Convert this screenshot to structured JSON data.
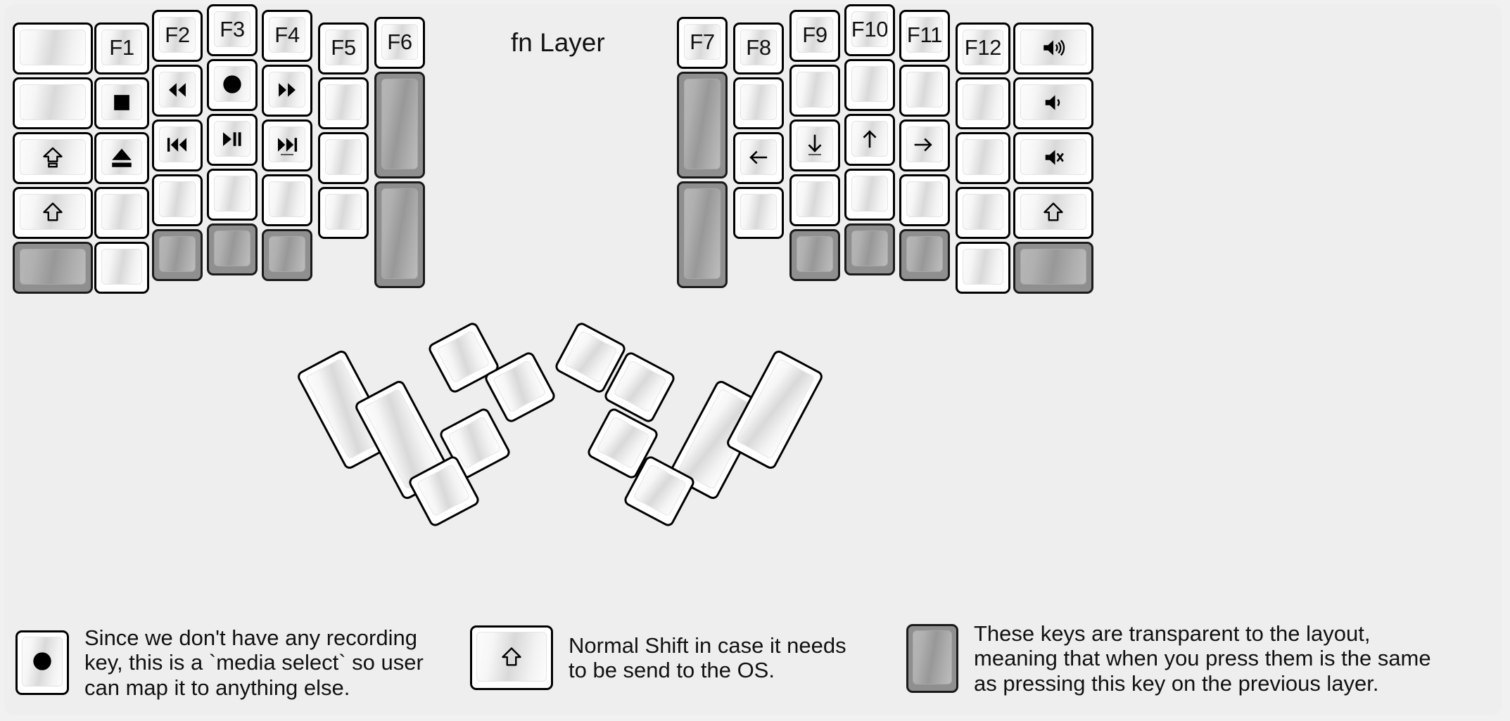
{
  "title": "fn Layer",
  "colors": {
    "background": "#eeeeee",
    "key_face": "#ffffff",
    "key_outline": "#000000",
    "transparent_key": "#8f8f8f",
    "text": "#111111"
  },
  "left_half": {
    "name": "left-keyboard-half",
    "columns": [
      {
        "name": "col-pinky-outer",
        "keys": [
          {
            "label": "",
            "icon": "",
            "style": "normal"
          },
          {
            "label": "",
            "icon": "",
            "style": "normal"
          },
          {
            "label": "",
            "icon": "caps-lock-arrow-icon",
            "style": "normal"
          },
          {
            "label": "",
            "icon": "shift-arrow-icon",
            "style": "normal"
          },
          {
            "label": "",
            "icon": "",
            "style": "transparent"
          }
        ]
      },
      {
        "name": "col-pinky",
        "keys": [
          {
            "label": "F1",
            "icon": "",
            "style": "normal"
          },
          {
            "label": "",
            "icon": "media-stop-icon",
            "style": "normal"
          },
          {
            "label": "",
            "icon": "media-eject-icon",
            "style": "normal"
          },
          {
            "label": "",
            "icon": "",
            "style": "normal"
          },
          {
            "label": "",
            "icon": "",
            "style": "normal"
          }
        ]
      },
      {
        "name": "col-ring",
        "keys": [
          {
            "label": "F2",
            "icon": "",
            "style": "normal"
          },
          {
            "label": "",
            "icon": "media-rewind-icon",
            "style": "normal"
          },
          {
            "label": "",
            "icon": "media-previous-track-icon",
            "style": "normal"
          },
          {
            "label": "",
            "icon": "",
            "style": "normal"
          },
          {
            "label": "",
            "icon": "",
            "style": "transparent"
          }
        ]
      },
      {
        "name": "col-middle",
        "keys": [
          {
            "label": "F3",
            "icon": "",
            "style": "normal"
          },
          {
            "label": "",
            "icon": "media-record-icon",
            "style": "normal"
          },
          {
            "label": "",
            "icon": "media-play-pause-icon",
            "style": "normal"
          },
          {
            "label": "",
            "icon": "",
            "style": "normal"
          },
          {
            "label": "",
            "icon": "",
            "style": "transparent"
          }
        ]
      },
      {
        "name": "col-index",
        "keys": [
          {
            "label": "F4",
            "icon": "",
            "style": "normal"
          },
          {
            "label": "",
            "icon": "media-fast-forward-icon",
            "style": "normal"
          },
          {
            "label": "",
            "icon": "media-next-track-icon",
            "style": "normal"
          },
          {
            "label": "",
            "icon": "",
            "style": "normal"
          },
          {
            "label": "",
            "icon": "",
            "style": "transparent"
          }
        ]
      },
      {
        "name": "col-index-inner",
        "keys": [
          {
            "label": "F5",
            "icon": "",
            "style": "normal"
          },
          {
            "label": "",
            "icon": "",
            "style": "normal"
          },
          {
            "label": "",
            "icon": "",
            "style": "normal"
          },
          {
            "label": "",
            "icon": "",
            "style": "normal"
          }
        ]
      },
      {
        "name": "col-inner",
        "keys": [
          {
            "label": "F6",
            "icon": "",
            "style": "normal"
          },
          {
            "label": "",
            "icon": "",
            "style": "transparent",
            "tall": true
          },
          {
            "label": "",
            "icon": "",
            "style": "transparent",
            "tall": true
          }
        ]
      }
    ],
    "thumb_cluster": {
      "name": "left-thumb-cluster",
      "keys": [
        {
          "label": "",
          "icon": "",
          "style": "normal",
          "size": "2u"
        },
        {
          "label": "",
          "icon": "",
          "style": "normal",
          "size": "2u"
        },
        {
          "label": "",
          "icon": "",
          "style": "normal",
          "size": "1u"
        },
        {
          "label": "",
          "icon": "",
          "style": "normal",
          "size": "1u"
        },
        {
          "label": "",
          "icon": "",
          "style": "normal",
          "size": "1u"
        },
        {
          "label": "",
          "icon": "",
          "style": "normal",
          "size": "1u"
        }
      ]
    }
  },
  "right_half": {
    "name": "right-keyboard-half",
    "columns": [
      {
        "name": "col-inner-r",
        "keys": [
          {
            "label": "F7",
            "icon": "",
            "style": "normal"
          },
          {
            "label": "",
            "icon": "",
            "style": "transparent",
            "tall": true
          },
          {
            "label": "",
            "icon": "",
            "style": "transparent",
            "tall": true
          }
        ]
      },
      {
        "name": "col-index-inner-r",
        "keys": [
          {
            "label": "F8",
            "icon": "",
            "style": "normal"
          },
          {
            "label": "",
            "icon": "",
            "style": "normal"
          },
          {
            "label": "",
            "icon": "arrow-left-icon",
            "style": "normal"
          },
          {
            "label": "",
            "icon": "",
            "style": "normal"
          }
        ]
      },
      {
        "name": "col-index-r",
        "keys": [
          {
            "label": "F9",
            "icon": "",
            "style": "normal"
          },
          {
            "label": "",
            "icon": "",
            "style": "normal"
          },
          {
            "label": "",
            "icon": "arrow-down-icon",
            "style": "normal"
          },
          {
            "label": "",
            "icon": "",
            "style": "normal"
          },
          {
            "label": "",
            "icon": "",
            "style": "transparent"
          }
        ]
      },
      {
        "name": "col-middle-r",
        "keys": [
          {
            "label": "F10",
            "icon": "",
            "style": "normal"
          },
          {
            "label": "",
            "icon": "",
            "style": "normal"
          },
          {
            "label": "",
            "icon": "arrow-up-icon",
            "style": "normal"
          },
          {
            "label": "",
            "icon": "",
            "style": "normal"
          },
          {
            "label": "",
            "icon": "",
            "style": "transparent"
          }
        ]
      },
      {
        "name": "col-ring-r",
        "keys": [
          {
            "label": "F11",
            "icon": "",
            "style": "normal"
          },
          {
            "label": "",
            "icon": "",
            "style": "normal"
          },
          {
            "label": "",
            "icon": "arrow-right-icon",
            "style": "normal"
          },
          {
            "label": "",
            "icon": "",
            "style": "normal"
          },
          {
            "label": "",
            "icon": "",
            "style": "transparent"
          }
        ]
      },
      {
        "name": "col-pinky-r",
        "keys": [
          {
            "label": "F12",
            "icon": "",
            "style": "normal"
          },
          {
            "label": "",
            "icon": "",
            "style": "normal"
          },
          {
            "label": "",
            "icon": "",
            "style": "normal"
          },
          {
            "label": "",
            "icon": "",
            "style": "normal"
          },
          {
            "label": "",
            "icon": "",
            "style": "normal"
          }
        ]
      },
      {
        "name": "col-pinky-outer-r",
        "keys": [
          {
            "label": "",
            "icon": "volume-up-icon",
            "style": "normal"
          },
          {
            "label": "",
            "icon": "volume-down-icon",
            "style": "normal"
          },
          {
            "label": "",
            "icon": "volume-mute-icon",
            "style": "normal"
          },
          {
            "label": "",
            "icon": "shift-arrow-icon",
            "style": "normal"
          },
          {
            "label": "",
            "icon": "",
            "style": "transparent"
          }
        ]
      }
    ],
    "thumb_cluster": {
      "name": "right-thumb-cluster",
      "keys": [
        {
          "label": "",
          "icon": "",
          "style": "normal",
          "size": "1u"
        },
        {
          "label": "",
          "icon": "",
          "style": "normal",
          "size": "1u"
        },
        {
          "label": "",
          "icon": "",
          "style": "normal",
          "size": "1u"
        },
        {
          "label": "",
          "icon": "",
          "style": "normal",
          "size": "1u"
        },
        {
          "label": "",
          "icon": "",
          "style": "normal",
          "size": "2u"
        },
        {
          "label": "",
          "icon": "",
          "style": "normal",
          "size": "2u"
        }
      ]
    }
  },
  "notes": [
    {
      "icon": "media-record-icon",
      "key_style": "normal",
      "text": "Since we don't have any recording\nkey, this is a `media select` so user\ncan map it to anything else."
    },
    {
      "icon": "shift-arrow-icon",
      "key_style": "normal",
      "text": "Normal Shift in case it needs\nto be send to the OS."
    },
    {
      "icon": "",
      "key_style": "transparent",
      "text": "These keys are transparent to the layout,\nmeaning that when you press them is the same\nas pressing this key on the previous layer."
    }
  ]
}
